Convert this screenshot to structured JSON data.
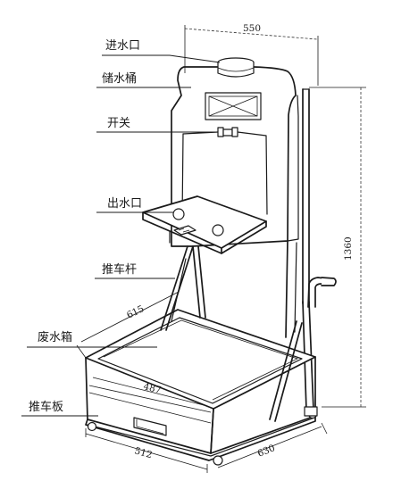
{
  "labels": {
    "water_inlet": "进水口",
    "water_tank": "储水桶",
    "switch": "开关",
    "water_outlet": "出水口",
    "push_rod": "推车杆",
    "waste_box": "废水箱",
    "push_board": "推车板"
  },
  "dimensions": {
    "top_width": "550",
    "height": "1360",
    "box_depth": "615",
    "box_width": "487",
    "base_width": "512",
    "base_depth": "630"
  }
}
